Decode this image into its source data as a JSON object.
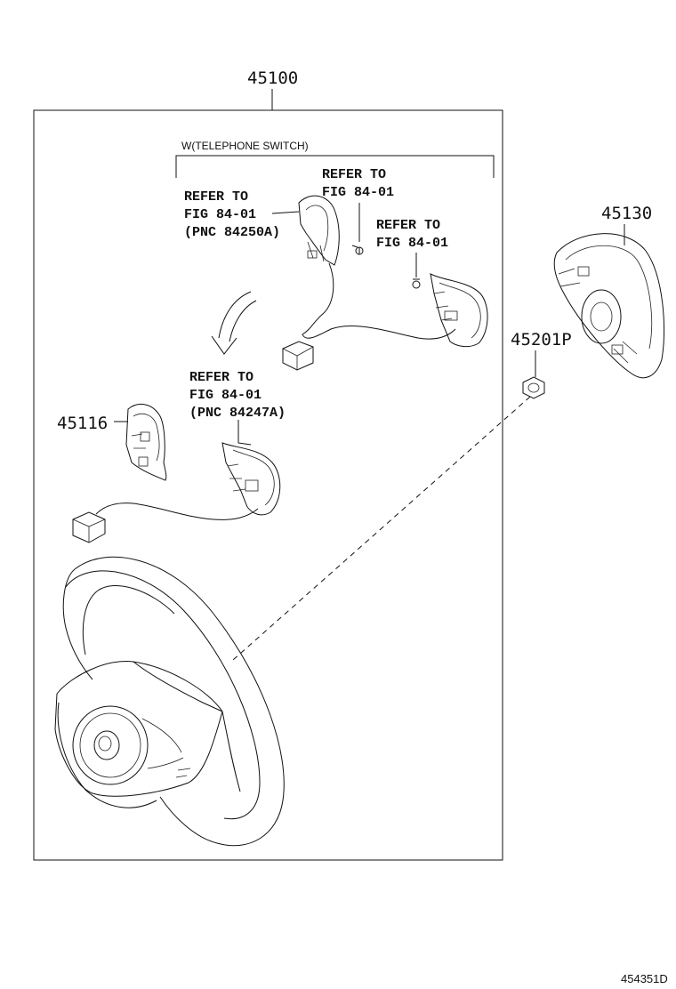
{
  "diagram": {
    "assembly_number": "45100",
    "variant_note": "W(TELEPHONE SWITCH)",
    "parts": {
      "airbag_pad": "45130",
      "nut": "45201P",
      "cover": "45116"
    },
    "refer_notes": {
      "upper_left": [
        "REFER TO",
        "FIG 84-01",
        "(PNC 84250A)"
      ],
      "upper_middle": [
        "REFER TO",
        "FIG 84-01"
      ],
      "upper_right": [
        "REFER TO",
        "FIG 84-01"
      ],
      "lower_middle": [
        "REFER TO",
        "FIG 84-01",
        "(PNC 84247A)"
      ]
    },
    "figure_code": "454351D"
  }
}
